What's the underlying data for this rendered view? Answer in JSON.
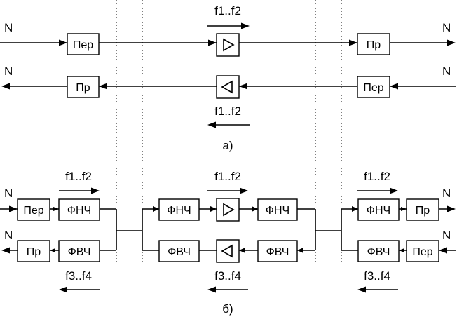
{
  "diagram_a": {
    "caption": "а)",
    "input_top_label": "N",
    "output_top_label": "N",
    "input_bottom_label": "N",
    "output_bottom_label": "N",
    "per_left": "Пер",
    "pr_right": "Пр",
    "pr_left": "Пр",
    "per_right": "Пер",
    "band_top": "f1..f2",
    "band_bottom": "f1..f2"
  },
  "diagram_b": {
    "caption": "б)",
    "left_in_label": "N",
    "left_out_label": "N",
    "right_out_label": "N",
    "right_in_label": "N",
    "left_per": "Пер",
    "left_pr": "Пр",
    "left_fnch": "ФНЧ",
    "left_fvch": "ФВЧ",
    "mid_fnch_in": "ФНЧ",
    "mid_fnch_out": "ФНЧ",
    "mid_fvch_in": "ФВЧ",
    "mid_fvch_out": "ФВЧ",
    "right_fnch": "ФНЧ",
    "right_fvch": "ФВЧ",
    "right_pr": "Пр",
    "right_per": "Пер",
    "left_band_top": "f1..f2",
    "left_band_bottom": "f3..f4",
    "mid_band_top": "f1..f2",
    "mid_band_bottom": "f3..f4",
    "right_band_top": "f1..f2",
    "right_band_bottom": "f3..f4"
  }
}
